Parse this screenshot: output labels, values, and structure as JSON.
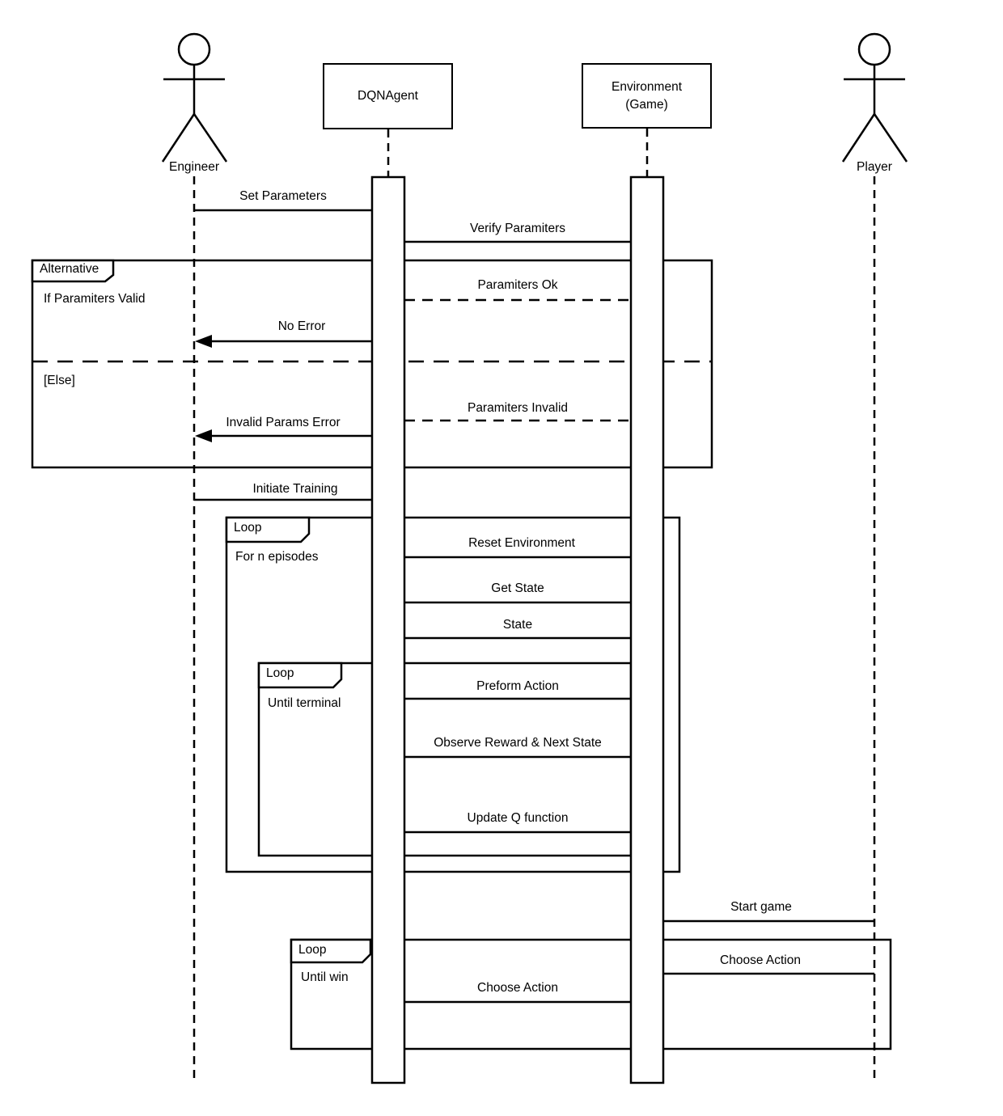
{
  "diagram": {
    "actors": {
      "engineer": "Engineer",
      "player": "Player"
    },
    "participants": {
      "dqn_agent": "DQNAgent",
      "environment_line1": "Environment",
      "environment_line2": "(Game)"
    },
    "frames": {
      "alternative": {
        "label": "Alternative",
        "guard_if": "If Paramiters Valid",
        "guard_else": "[Else]"
      },
      "loop_episodes": {
        "label": "Loop",
        "guard": "For n episodes"
      },
      "loop_terminal": {
        "label": "Loop",
        "guard": "Until terminal"
      },
      "loop_win": {
        "label": "Loop",
        "guard": "Until win"
      }
    },
    "messages": {
      "set_parameters": "Set Parameters",
      "verify_paramiters": "Verify Paramiters",
      "paramiters_ok": "Paramiters Ok",
      "no_error": "No Error",
      "paramiters_invalid": "Paramiters Invalid",
      "invalid_params_error": "Invalid Params Error",
      "initiate_training": "Initiate Training",
      "reset_environment": "Reset Environment",
      "get_state": "Get State",
      "state": "State",
      "preform_action": "Preform Action",
      "observe_reward_next_state": "Observe Reward & Next State",
      "update_q_function": "Update Q function",
      "start_game": "Start game",
      "choose_action_player": "Choose Action",
      "choose_action_agent": "Choose Action"
    },
    "colors": {
      "line": "#000000",
      "background": "#ffffff",
      "text": "#000000"
    }
  }
}
